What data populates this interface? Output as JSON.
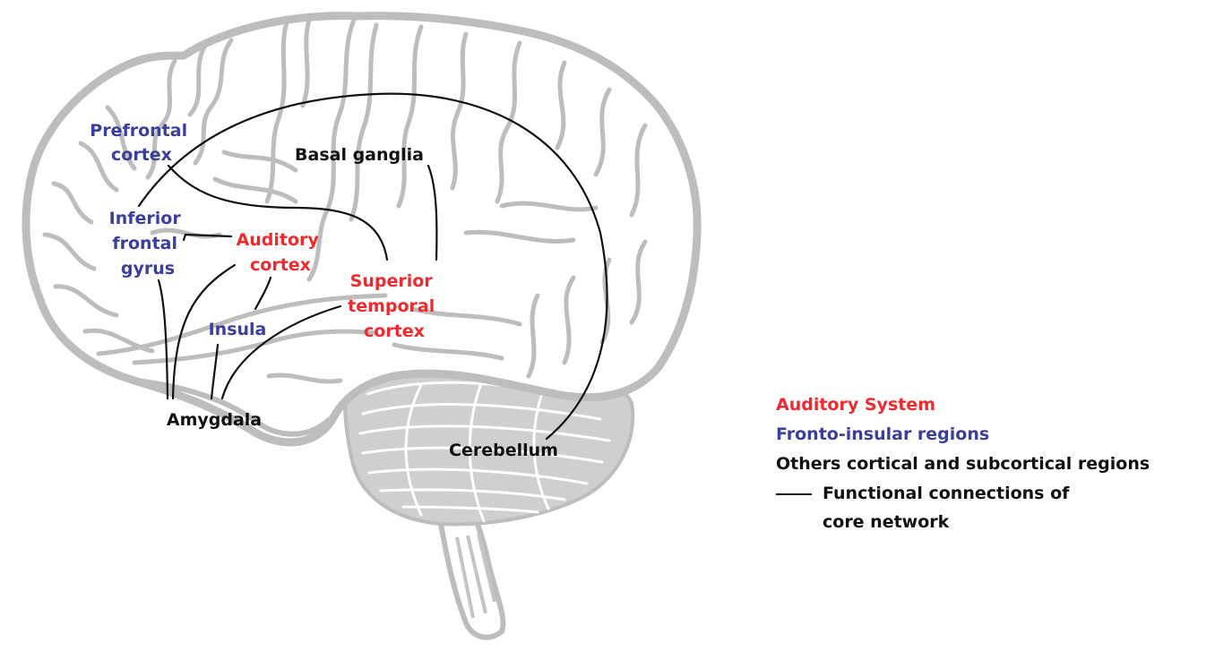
{
  "colors": {
    "auditory": "#ee2a2e",
    "fronto_insular": "#3b3f9a",
    "other": "#111111",
    "brain_outline": "#b9b9b9",
    "brain_fill": "#ffffff",
    "cerebellum": "#c4c4c4"
  },
  "regions": {
    "prefrontal": [
      "Prefrontal",
      "cortex"
    ],
    "inferior_frontal": [
      "Inferior",
      "frontal",
      "gyrus"
    ],
    "insula": [
      "Insula"
    ],
    "auditory_cortex": [
      "Auditory",
      "cortex"
    ],
    "superior_temporal": [
      "Superior",
      "temporal",
      "cortex"
    ],
    "basal_ganglia": [
      "Basal ganglia"
    ],
    "amygdala": [
      "Amygdala"
    ],
    "cerebellum": [
      "Cerebellum"
    ]
  },
  "legend": {
    "auditory": "Auditory System",
    "fronto_insular": "Fronto-insular regions",
    "other": "Others cortical and subcortical regions",
    "connections_line1": "Functional connections of",
    "connections_line2": "core network"
  }
}
